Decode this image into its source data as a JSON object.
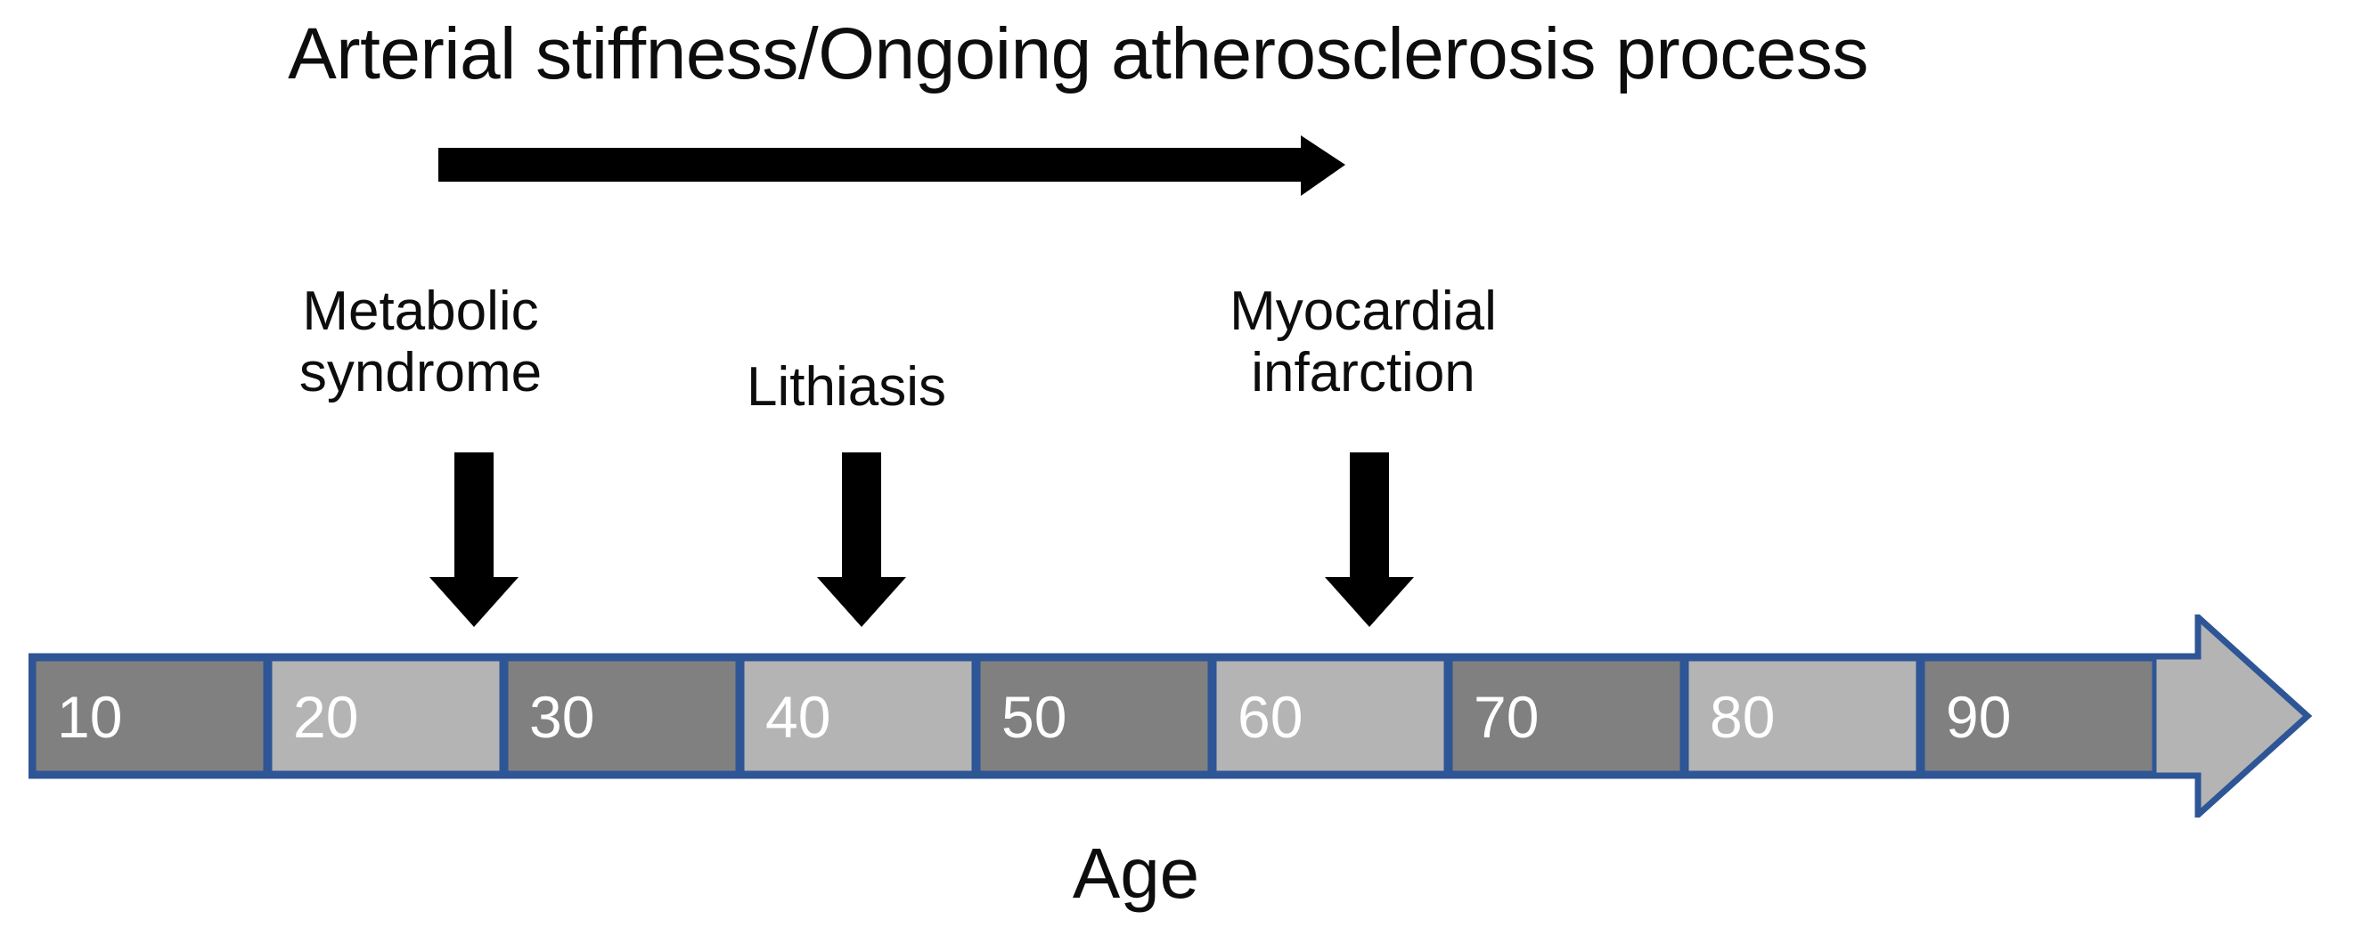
{
  "diagram": {
    "title": "Arterial stiffness/Ongoing atherosclerosis process",
    "caption": "Age",
    "process_arrow_name": "arterial-stiffness-progression-arrow"
  },
  "events": [
    {
      "label": "Metabolic\nsyndrome",
      "age_marker": "20s",
      "arrow_name": "metabolic-syndrome-pointer-arrow"
    },
    {
      "label": "Lithiasis",
      "age_marker": "40",
      "arrow_name": "lithiasis-pointer-arrow"
    },
    {
      "label": "Myocardial\ninfarction",
      "age_marker": "60",
      "arrow_name": "myocardial-infarction-pointer-arrow"
    }
  ],
  "chart_data": {
    "type": "bar",
    "title": "Arterial stiffness/Ongoing atherosclerosis process",
    "xlabel": "Age",
    "ylabel": "",
    "categories": [
      "10",
      "20",
      "30",
      "40",
      "50",
      "60",
      "70",
      "80",
      "90"
    ],
    "values": [
      1,
      1,
      1,
      1,
      1,
      1,
      1,
      1,
      1
    ],
    "tick_labels": [
      "10",
      "20",
      "30",
      "40",
      "50",
      "60",
      "70",
      "80",
      "90"
    ],
    "annotations": [
      {
        "text": "Metabolic syndrome",
        "at_category": "20"
      },
      {
        "text": "Lithiasis",
        "at_category": "40"
      },
      {
        "text": "Myocardial infarction",
        "at_category": "60"
      }
    ],
    "legend": [],
    "grid": false,
    "orientation": "horizontal-timeline"
  },
  "colors": {
    "segment_dark": "#808080",
    "segment_light": "#b4b4b4",
    "border_blue": "#2E5596",
    "arrow_black": "#000000",
    "text_dark": "#0d0d0d",
    "segment_text": "#ffffff",
    "background": "#ffffff"
  },
  "segments": [
    {
      "label": "10",
      "shade": "dark"
    },
    {
      "label": "20",
      "shade": "light"
    },
    {
      "label": "30",
      "shade": "dark"
    },
    {
      "label": "40",
      "shade": "light"
    },
    {
      "label": "50",
      "shade": "dark"
    },
    {
      "label": "60",
      "shade": "light"
    },
    {
      "label": "70",
      "shade": "dark"
    },
    {
      "label": "80",
      "shade": "light"
    },
    {
      "label": "90",
      "shade": "dark"
    }
  ]
}
